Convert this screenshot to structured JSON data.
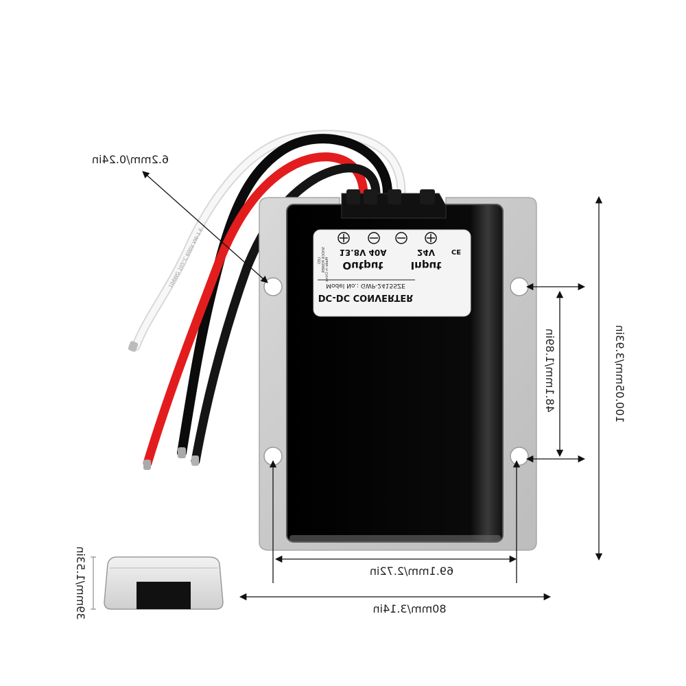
{
  "product": {
    "label_title": "DC-DC CONVERTER",
    "model": "Model No.: GWP-2415SZE",
    "input_heading": "Input",
    "input_value": "24V",
    "output_heading": "Output",
    "output_value": "13.8V 40A",
    "mark": "CE",
    "small_print_1": "Made in China",
    "small_print_2": "LED",
    "small_print_3": "SHOCK POWER"
  },
  "dimensions": {
    "hole_diameter": "6.2mm/0.24in",
    "hole_spacing_vertical": "48.1mm/1.89in",
    "total_height": "100.05mm/3.93in",
    "hole_spacing_horizontal": "69.1mm/2.72in",
    "total_width": "80mm/3.14in",
    "thickness": "39mm/1.53in"
  },
  "wire_print": "10AWG 105°C 600V VW-1 E"
}
